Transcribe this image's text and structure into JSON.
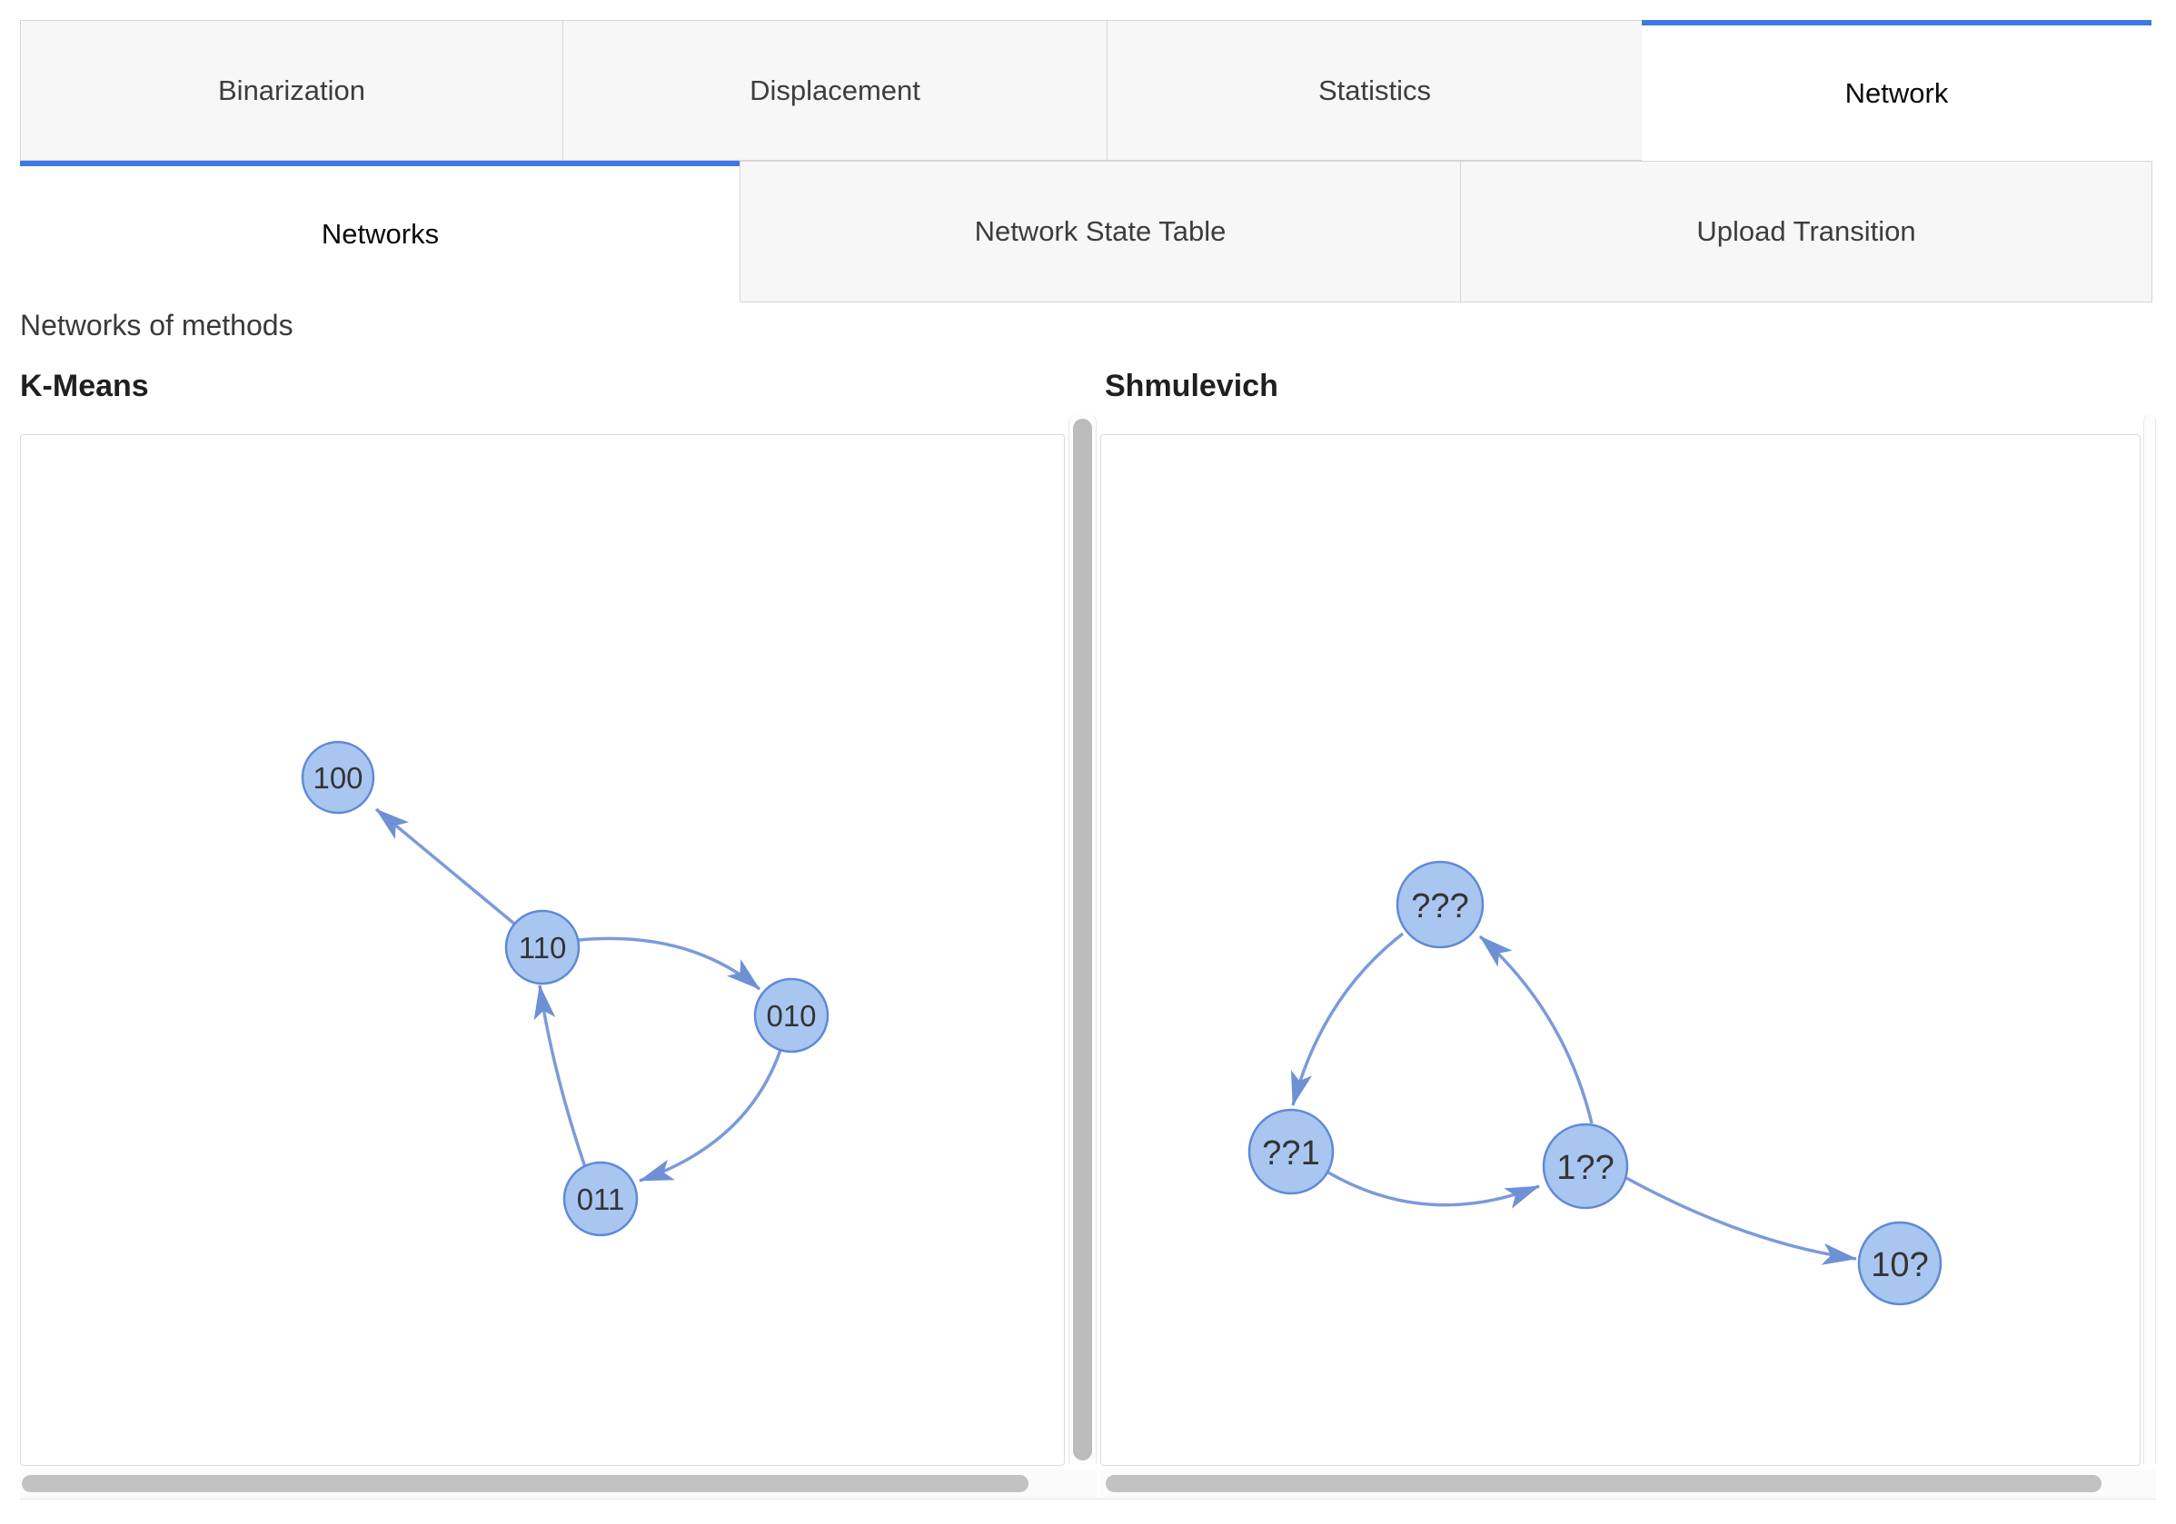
{
  "main_tabs": [
    {
      "label": "Binarization",
      "selected": false
    },
    {
      "label": "Displacement",
      "selected": false
    },
    {
      "label": "Statistics",
      "selected": false
    },
    {
      "label": "Network",
      "selected": true
    }
  ],
  "sub_tabs": [
    {
      "label": "Networks",
      "selected": true
    },
    {
      "label": "Network State Table",
      "selected": false
    },
    {
      "label": "Upload Transition",
      "selected": false
    }
  ],
  "section_label": "Networks of methods",
  "panels": [
    {
      "title": "K-Means",
      "nodes": [
        {
          "id": "100"
        },
        {
          "id": "110"
        },
        {
          "id": "010"
        },
        {
          "id": "011"
        }
      ],
      "edges": [
        {
          "from": "110",
          "to": "100"
        },
        {
          "from": "110",
          "to": "010"
        },
        {
          "from": "010",
          "to": "011"
        },
        {
          "from": "011",
          "to": "110"
        }
      ]
    },
    {
      "title": "Shmulevich",
      "nodes": [
        {
          "id": "???"
        },
        {
          "id": "??1"
        },
        {
          "id": "1??"
        },
        {
          "id": "10?"
        }
      ],
      "edges": [
        {
          "from": "???",
          "to": "??1"
        },
        {
          "from": "??1",
          "to": "1??"
        },
        {
          "from": "1??",
          "to": "???"
        },
        {
          "from": "1??",
          "to": "10?"
        }
      ]
    }
  ],
  "colors": {
    "accent": "#3c79e8",
    "node_fill": "#a9c6f1",
    "node_stroke": "#6089d6",
    "edge": "#7b9ad9",
    "tab_bg": "#f7f7f7"
  }
}
